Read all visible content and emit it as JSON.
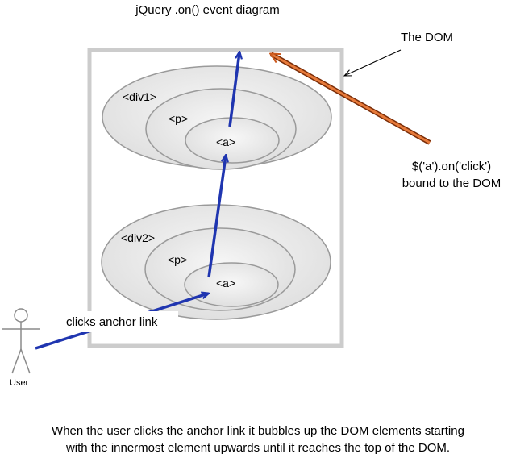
{
  "diagram": {
    "title": "jQuery .on() event diagram",
    "dom_label": "The DOM",
    "binding_label_line1": "$('a').on('click')",
    "binding_label_line2": "bound to the DOM",
    "div1": {
      "label": "<div1>",
      "p_label": "<p>",
      "a_label": "<a>"
    },
    "div2": {
      "label": "<div2>",
      "p_label": "<p>",
      "a_label": "<a>"
    },
    "click_label": "clicks anchor link",
    "user_label": "User",
    "caption_line1": "When the user clicks the anchor link it bubbles up the DOM elements starting",
    "caption_line2": "with the innermost element upwards until it reaches the top of the DOM.",
    "colors": {
      "bubble_arrow": "#1f35b0",
      "binding_arrow": "#cc5a1e",
      "dom_box": "#cccccc",
      "ellipse_fill": "#e8e8e8",
      "ellipse_stroke": "#9a9a9a"
    }
  }
}
